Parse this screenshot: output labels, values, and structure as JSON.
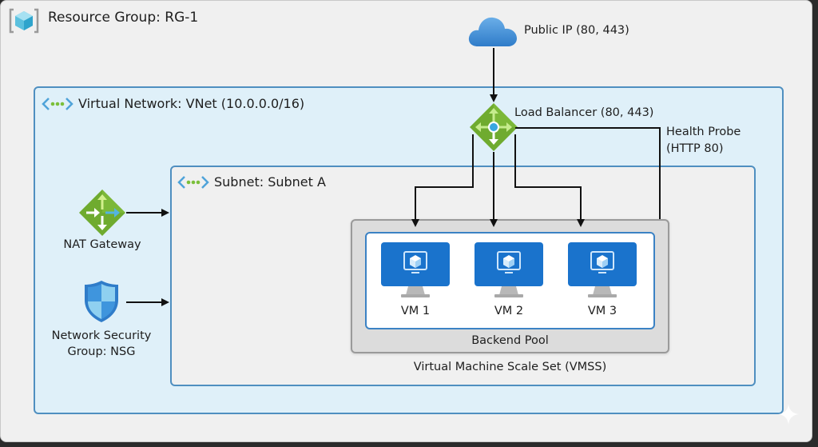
{
  "resource_group": {
    "label": "Resource Group: RG-1",
    "icon": "resource-group-icon"
  },
  "public_ip": {
    "label": "Public IP (80, 443)",
    "icon": "cloud-icon"
  },
  "vnet": {
    "label": "Virtual Network: VNet (10.0.0.0/16)",
    "icon": "virtual-network-icon"
  },
  "load_balancer": {
    "label": "Load Balancer (80, 443)",
    "icon": "load-balancer-icon"
  },
  "health_probe": {
    "line1": "Health Probe",
    "line2": "(HTTP 80)"
  },
  "subnet": {
    "label": "Subnet: Subnet A",
    "icon": "subnet-icon"
  },
  "nat_gateway": {
    "label": "NAT Gateway",
    "icon": "nat-gateway-icon"
  },
  "nsg": {
    "line1": "Network Security",
    "line2": "Group: NSG",
    "icon": "shield-icon"
  },
  "backend_pool": {
    "label": "Backend Pool",
    "vms": [
      {
        "label": "VM 1"
      },
      {
        "label": "VM 2"
      },
      {
        "label": "VM 3"
      }
    ]
  },
  "vmss": {
    "label": "Virtual Machine Scale Set (VMSS)"
  },
  "colors": {
    "vnet_fill": "#dff0f9",
    "container_border": "#4f8fc0",
    "vm_blue": "#1a73cc",
    "lb_green": "#6fab2f",
    "cloud_blue": "#4a90d9"
  }
}
